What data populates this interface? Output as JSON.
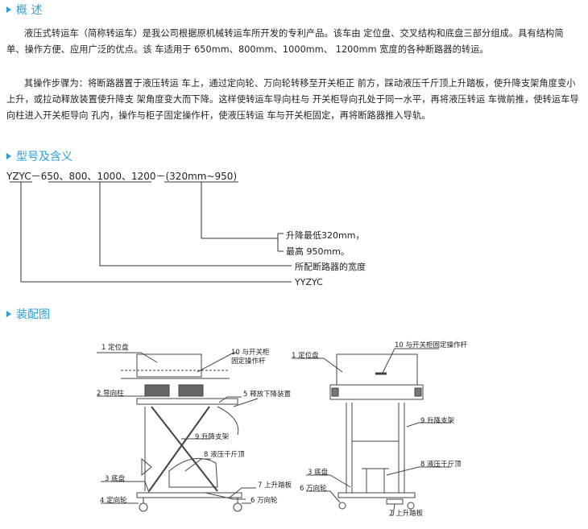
{
  "overview": {
    "title": "概 述",
    "p1": "液压式转运车（简称转运车）是我公司根据原机械转运车所开发的专利产品。该车由 定位盘、交叉结构和底盘三部分组成。具有结构简单、操作方便、应用广泛的优点。该 车适用于 650mm、800mm、1000mm、 1200mm 宽度的各种断路器的转运。",
    "p2": "其操作步骤为：将断路器置于液压转运 车上，通过定向轮、万向轮转移至开关柜正 前方，踩动液压千斤顶上升踏板，使升降支架角度变小上升，或拉动释放装置使升降支 架角度变大而下降。这样使转运车导向柱与 开关柜导向孔处于同一水平，再将液压转运 车微前推，使转运车导向柱进入开关柜导向 孔内，操作与柜子固定操作杆，使液压转运 车与开关柜固定，再将断路器推入导轨。"
  },
  "model": {
    "title": "型号及含义",
    "code": "YZYC－650、800、1000、1200－(320mm~950)",
    "lift_line1": "升降最低320mm，",
    "lift_line2": "最高 950mm。",
    "width_label": "所配断路器的宽度",
    "prefix_label": "YYZYC"
  },
  "assembly": {
    "title": "装配图",
    "left": {
      "l1": "1 定位盘",
      "l10a": "10 与开关柜",
      "l10b": "固定操作杆",
      "l2": "2 导向柱",
      "l5": "5 释放下降装置",
      "l9": "9 升降支架",
      "l8": "8 液压千斤顶",
      "l3": "3 底盘",
      "l7": "7 上升踏板",
      "l4": "4 定向轮",
      "l6": "6 万向轮"
    },
    "right": {
      "l1": "1 定位盘",
      "l10": "10 与开关柜固定操作杆",
      "l9": "9 升降支架",
      "l8": "8 液压千斤顶",
      "l3": "3 底盘",
      "l6": "6 万向轮",
      "l7": "7 上升踏板"
    }
  }
}
